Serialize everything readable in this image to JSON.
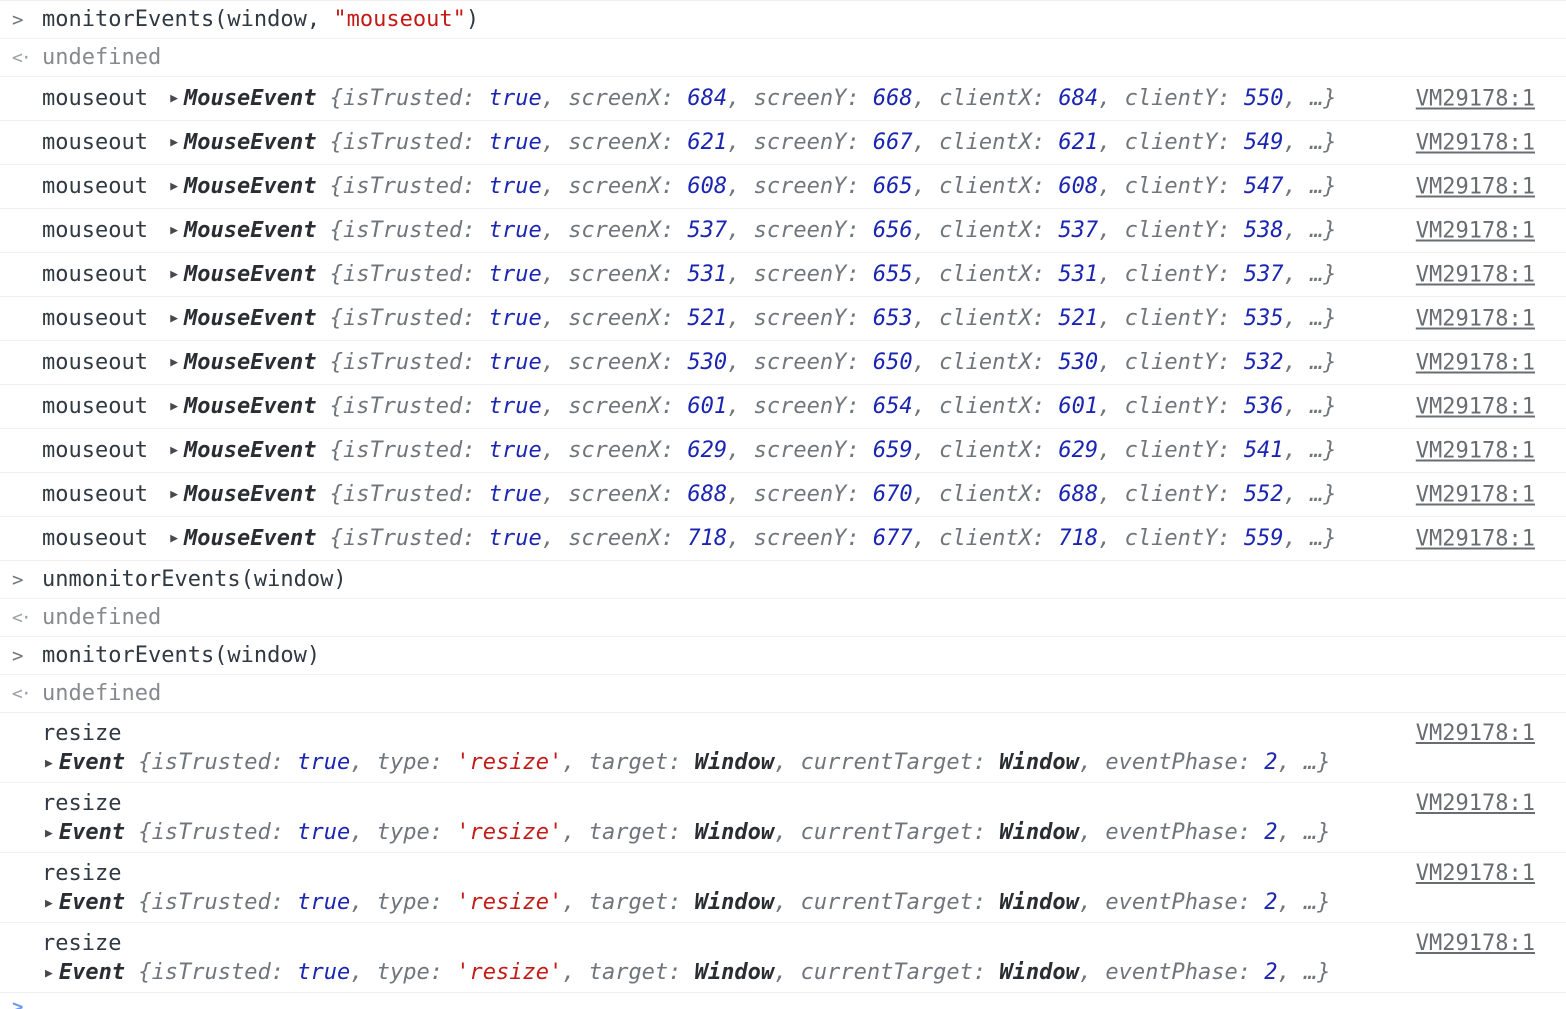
{
  "colors": {
    "text": "#303942",
    "muted": "#86898d",
    "key": "#70757b",
    "number": "#1a25b2",
    "string": "#c41a16",
    "link": "#696d72",
    "border": "#f0f0f0"
  },
  "icons": {
    "prompt": ">",
    "result": "<·",
    "expand": "▶"
  },
  "console": {
    "ellipsis": "…}",
    "entries": [
      {
        "kind": "command",
        "parts": [
          {
            "t": "c",
            "v": "monitorEvents(window, "
          },
          {
            "t": "s",
            "v": "\"mouseout\""
          },
          {
            "t": "c",
            "v": ")"
          }
        ]
      },
      {
        "kind": "result",
        "value": "undefined"
      },
      {
        "kind": "event",
        "layout": "inline",
        "label": "mouseout",
        "cls": "MouseEvent",
        "link": "VM29178:1",
        "props": [
          {
            "k": "isTrusted",
            "v": "true",
            "t": "bool"
          },
          {
            "k": "screenX",
            "v": "684",
            "t": "num"
          },
          {
            "k": "screenY",
            "v": "668",
            "t": "num"
          },
          {
            "k": "clientX",
            "v": "684",
            "t": "num"
          },
          {
            "k": "clientY",
            "v": "550",
            "t": "num"
          }
        ]
      },
      {
        "kind": "event",
        "layout": "inline",
        "label": "mouseout",
        "cls": "MouseEvent",
        "link": "VM29178:1",
        "props": [
          {
            "k": "isTrusted",
            "v": "true",
            "t": "bool"
          },
          {
            "k": "screenX",
            "v": "621",
            "t": "num"
          },
          {
            "k": "screenY",
            "v": "667",
            "t": "num"
          },
          {
            "k": "clientX",
            "v": "621",
            "t": "num"
          },
          {
            "k": "clientY",
            "v": "549",
            "t": "num"
          }
        ]
      },
      {
        "kind": "event",
        "layout": "inline",
        "label": "mouseout",
        "cls": "MouseEvent",
        "link": "VM29178:1",
        "props": [
          {
            "k": "isTrusted",
            "v": "true",
            "t": "bool"
          },
          {
            "k": "screenX",
            "v": "608",
            "t": "num"
          },
          {
            "k": "screenY",
            "v": "665",
            "t": "num"
          },
          {
            "k": "clientX",
            "v": "608",
            "t": "num"
          },
          {
            "k": "clientY",
            "v": "547",
            "t": "num"
          }
        ]
      },
      {
        "kind": "event",
        "layout": "inline",
        "label": "mouseout",
        "cls": "MouseEvent",
        "link": "VM29178:1",
        "props": [
          {
            "k": "isTrusted",
            "v": "true",
            "t": "bool"
          },
          {
            "k": "screenX",
            "v": "537",
            "t": "num"
          },
          {
            "k": "screenY",
            "v": "656",
            "t": "num"
          },
          {
            "k": "clientX",
            "v": "537",
            "t": "num"
          },
          {
            "k": "clientY",
            "v": "538",
            "t": "num"
          }
        ]
      },
      {
        "kind": "event",
        "layout": "inline",
        "label": "mouseout",
        "cls": "MouseEvent",
        "link": "VM29178:1",
        "props": [
          {
            "k": "isTrusted",
            "v": "true",
            "t": "bool"
          },
          {
            "k": "screenX",
            "v": "531",
            "t": "num"
          },
          {
            "k": "screenY",
            "v": "655",
            "t": "num"
          },
          {
            "k": "clientX",
            "v": "531",
            "t": "num"
          },
          {
            "k": "clientY",
            "v": "537",
            "t": "num"
          }
        ]
      },
      {
        "kind": "event",
        "layout": "inline",
        "label": "mouseout",
        "cls": "MouseEvent",
        "link": "VM29178:1",
        "props": [
          {
            "k": "isTrusted",
            "v": "true",
            "t": "bool"
          },
          {
            "k": "screenX",
            "v": "521",
            "t": "num"
          },
          {
            "k": "screenY",
            "v": "653",
            "t": "num"
          },
          {
            "k": "clientX",
            "v": "521",
            "t": "num"
          },
          {
            "k": "clientY",
            "v": "535",
            "t": "num"
          }
        ]
      },
      {
        "kind": "event",
        "layout": "inline",
        "label": "mouseout",
        "cls": "MouseEvent",
        "link": "VM29178:1",
        "props": [
          {
            "k": "isTrusted",
            "v": "true",
            "t": "bool"
          },
          {
            "k": "screenX",
            "v": "530",
            "t": "num"
          },
          {
            "k": "screenY",
            "v": "650",
            "t": "num"
          },
          {
            "k": "clientX",
            "v": "530",
            "t": "num"
          },
          {
            "k": "clientY",
            "v": "532",
            "t": "num"
          }
        ]
      },
      {
        "kind": "event",
        "layout": "inline",
        "label": "mouseout",
        "cls": "MouseEvent",
        "link": "VM29178:1",
        "props": [
          {
            "k": "isTrusted",
            "v": "true",
            "t": "bool"
          },
          {
            "k": "screenX",
            "v": "601",
            "t": "num"
          },
          {
            "k": "screenY",
            "v": "654",
            "t": "num"
          },
          {
            "k": "clientX",
            "v": "601",
            "t": "num"
          },
          {
            "k": "clientY",
            "v": "536",
            "t": "num"
          }
        ]
      },
      {
        "kind": "event",
        "layout": "inline",
        "label": "mouseout",
        "cls": "MouseEvent",
        "link": "VM29178:1",
        "props": [
          {
            "k": "isTrusted",
            "v": "true",
            "t": "bool"
          },
          {
            "k": "screenX",
            "v": "629",
            "t": "num"
          },
          {
            "k": "screenY",
            "v": "659",
            "t": "num"
          },
          {
            "k": "clientX",
            "v": "629",
            "t": "num"
          },
          {
            "k": "clientY",
            "v": "541",
            "t": "num"
          }
        ]
      },
      {
        "kind": "event",
        "layout": "inline",
        "label": "mouseout",
        "cls": "MouseEvent",
        "link": "VM29178:1",
        "props": [
          {
            "k": "isTrusted",
            "v": "true",
            "t": "bool"
          },
          {
            "k": "screenX",
            "v": "688",
            "t": "num"
          },
          {
            "k": "screenY",
            "v": "670",
            "t": "num"
          },
          {
            "k": "clientX",
            "v": "688",
            "t": "num"
          },
          {
            "k": "clientY",
            "v": "552",
            "t": "num"
          }
        ]
      },
      {
        "kind": "event",
        "layout": "inline",
        "label": "mouseout",
        "cls": "MouseEvent",
        "link": "VM29178:1",
        "props": [
          {
            "k": "isTrusted",
            "v": "true",
            "t": "bool"
          },
          {
            "k": "screenX",
            "v": "718",
            "t": "num"
          },
          {
            "k": "screenY",
            "v": "677",
            "t": "num"
          },
          {
            "k": "clientX",
            "v": "718",
            "t": "num"
          },
          {
            "k": "clientY",
            "v": "559",
            "t": "num"
          }
        ]
      },
      {
        "kind": "command",
        "parts": [
          {
            "t": "c",
            "v": "unmonitorEvents(window)"
          }
        ]
      },
      {
        "kind": "result",
        "value": "undefined"
      },
      {
        "kind": "command",
        "parts": [
          {
            "t": "c",
            "v": "monitorEvents(window)"
          }
        ]
      },
      {
        "kind": "result",
        "value": "undefined"
      },
      {
        "kind": "event",
        "layout": "block",
        "label": "resize",
        "cls": "Event",
        "link": "VM29178:1",
        "props": [
          {
            "k": "isTrusted",
            "v": "true",
            "t": "bool"
          },
          {
            "k": "type",
            "v": "'resize'",
            "t": "str"
          },
          {
            "k": "target",
            "v": "Window",
            "t": "obj"
          },
          {
            "k": "currentTarget",
            "v": "Window",
            "t": "obj"
          },
          {
            "k": "eventPhase",
            "v": "2",
            "t": "num"
          }
        ]
      },
      {
        "kind": "event",
        "layout": "block",
        "label": "resize",
        "cls": "Event",
        "link": "VM29178:1",
        "props": [
          {
            "k": "isTrusted",
            "v": "true",
            "t": "bool"
          },
          {
            "k": "type",
            "v": "'resize'",
            "t": "str"
          },
          {
            "k": "target",
            "v": "Window",
            "t": "obj"
          },
          {
            "k": "currentTarget",
            "v": "Window",
            "t": "obj"
          },
          {
            "k": "eventPhase",
            "v": "2",
            "t": "num"
          }
        ]
      },
      {
        "kind": "event",
        "layout": "block",
        "label": "resize",
        "cls": "Event",
        "link": "VM29178:1",
        "props": [
          {
            "k": "isTrusted",
            "v": "true",
            "t": "bool"
          },
          {
            "k": "type",
            "v": "'resize'",
            "t": "str"
          },
          {
            "k": "target",
            "v": "Window",
            "t": "obj"
          },
          {
            "k": "currentTarget",
            "v": "Window",
            "t": "obj"
          },
          {
            "k": "eventPhase",
            "v": "2",
            "t": "num"
          }
        ]
      },
      {
        "kind": "event",
        "layout": "block",
        "label": "resize",
        "cls": "Event",
        "link": "VM29178:1",
        "props": [
          {
            "k": "isTrusted",
            "v": "true",
            "t": "bool"
          },
          {
            "k": "type",
            "v": "'resize'",
            "t": "str"
          },
          {
            "k": "target",
            "v": "Window",
            "t": "obj"
          },
          {
            "k": "currentTarget",
            "v": "Window",
            "t": "obj"
          },
          {
            "k": "eventPhase",
            "v": "2",
            "t": "num"
          }
        ]
      }
    ]
  }
}
